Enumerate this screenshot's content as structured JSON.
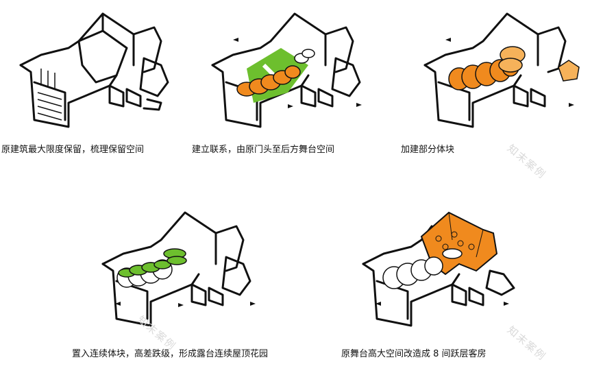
{
  "colors": {
    "line": "#111111",
    "orange": "#f08a1e",
    "orange_light": "#f6b25a",
    "green": "#6dbf2e",
    "white": "#ffffff"
  },
  "diagrams": [
    {
      "caption": "原建筑最大限度保留，梳理保留空间",
      "highlight": "none"
    },
    {
      "caption": "建立联系，由原门头至后方舞台空间",
      "highlight": "green-path-orange-volumes"
    },
    {
      "caption": "加建部分体块",
      "highlight": "orange-volumes"
    },
    {
      "caption": "置入连续体块，高差跌级，形成露台连续屋顶花园",
      "highlight": "green-roof-gardens"
    },
    {
      "caption": "原舞台高大空间改造成 8 间跃层客房",
      "highlight": "orange-stage-volume"
    }
  ],
  "watermarks": [
    "知末案例",
    "知末案例",
    "知末案例"
  ]
}
